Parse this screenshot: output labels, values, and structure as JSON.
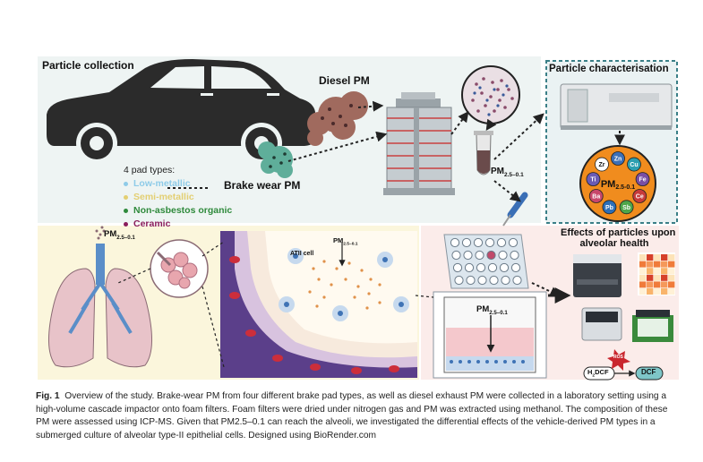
{
  "sections": {
    "collection_title": "Particle collection",
    "characterisation_title": "Particle characterisation",
    "effects_title_line1": "Effects of particles upon",
    "effects_title_line2": "alveolar health"
  },
  "labels": {
    "diesel_pm": "Diesel PM",
    "brake_wear_pm": "Brake wear PM",
    "pm_main": "PM",
    "pm_sub": "2.5–0.1",
    "atii_cell": "ATII cell",
    "ros": "ROS",
    "h2dcf_pre": "H",
    "h2dcf_sub": "2",
    "h2dcf_post": "DCF",
    "dcf": "DCF"
  },
  "pad_types": {
    "title": "4 pad types:",
    "items": [
      {
        "label": "Low-metallic",
        "color": "#8ecbe8"
      },
      {
        "label": "Semi-metallic",
        "color": "#e3cf72"
      },
      {
        "label": "Non-asbestos organic",
        "color": "#2f8a3c"
      },
      {
        "label": "Ceramic",
        "color": "#8a1e5c"
      }
    ]
  },
  "elements": [
    {
      "symbol": "Zn",
      "color": "#3b6fb6"
    },
    {
      "symbol": "Cu",
      "color": "#2d9fb0"
    },
    {
      "symbol": "Fe",
      "color": "#7a4fa3"
    },
    {
      "symbol": "Ce",
      "color": "#c73b3b"
    },
    {
      "symbol": "Sb",
      "color": "#4ea64a"
    },
    {
      "symbol": "Pb",
      "color": "#2d6fb8"
    },
    {
      "symbol": "Ba",
      "color": "#c8476b"
    },
    {
      "symbol": "Ti",
      "color": "#6a5bb5"
    },
    {
      "symbol": "Zr",
      "color": "#ffffff"
    }
  ],
  "caption": {
    "fig_label": "Fig. 1",
    "text": "Overview of the study. Brake-wear PM from four different brake pad types, as well as diesel exhaust PM were collected in a laboratory setting using a high-volume cascade impactor onto foam filters. Foam filters were dried under nitrogen gas and PM was extracted using methanol. The composition of these PM were assessed using ICP-MS. Given that PM2.5–0.1 can reach the alveoli, we investigated the differential effects of the vehicle-derived PM types in a submerged culture of alveolar type-II epithelial cells. Designed using BioRender.com"
  },
  "colors": {
    "collection_bg": "#eef4f3",
    "characterisation_bg": "#eaf2f3",
    "lung_bg": "#fbf6dc",
    "effects_bg": "#fbecea",
    "car": "#2b2b2b",
    "orange_circle": "#f08c1e"
  }
}
